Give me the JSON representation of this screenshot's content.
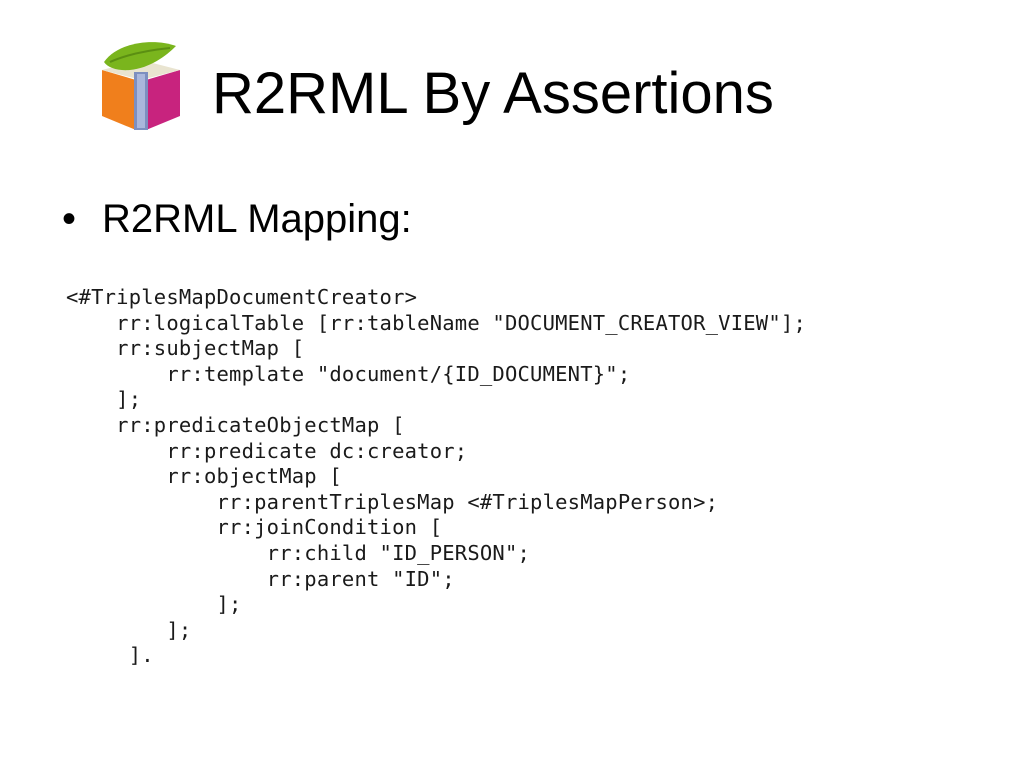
{
  "slide": {
    "title": "R2RML By Assertions",
    "bullet_symbol": "•",
    "bullet_text": "R2RML Mapping:"
  },
  "logo": {
    "icon": "colored-cube-with-leaf-icon",
    "colors": {
      "leaf": "#7ab51d",
      "orange": "#f07f1c",
      "magenta": "#c8237e",
      "pillar": "#7d8fc0"
    }
  },
  "code": {
    "lines": [
      "<#TriplesMapDocumentCreator>",
      "    rr:logicalTable [rr:tableName \"DOCUMENT_CREATOR_VIEW\"];",
      "    rr:subjectMap [",
      "        rr:template \"document/{ID_DOCUMENT}\";",
      "    ];",
      "    rr:predicateObjectMap [",
      "        rr:predicate dc:creator;",
      "        rr:objectMap [",
      "            rr:parentTriplesMap <#TriplesMapPerson>;",
      "            rr:joinCondition [",
      "                rr:child \"ID_PERSON\";",
      "                rr:parent \"ID\";",
      "            ];",
      "        ];",
      "     ]."
    ]
  }
}
